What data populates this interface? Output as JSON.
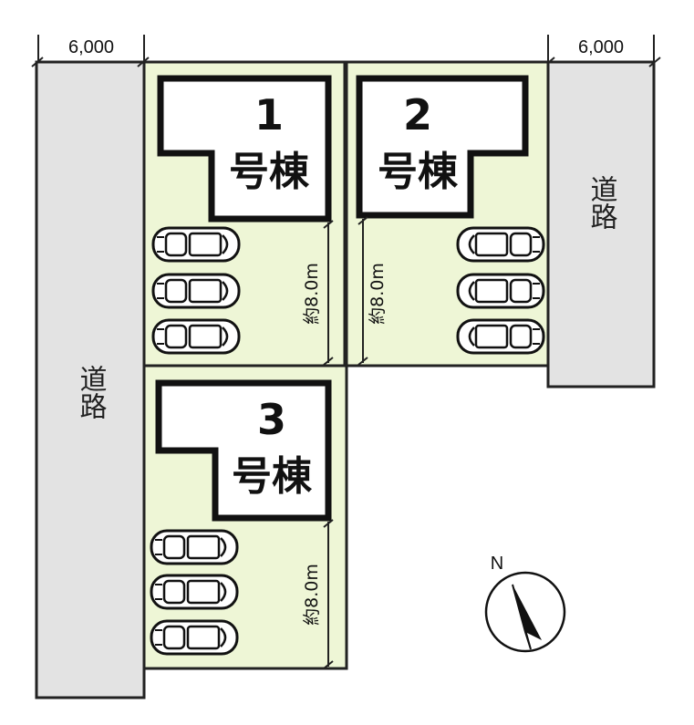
{
  "roads": {
    "west_width": "6,000",
    "east_width": "6,000",
    "west_label": "道路",
    "east_label": "道路"
  },
  "lots": [
    {
      "number": "1",
      "name": "号棟",
      "parking_depth": "約8.0m"
    },
    {
      "number": "2",
      "name": "号棟",
      "parking_depth": "約8.0m"
    },
    {
      "number": "3",
      "name": "号棟",
      "parking_depth": "約8.0m"
    }
  ],
  "compass": {
    "label": "N"
  },
  "colors": {
    "lot_fill": "#eef6d6",
    "road_fill": "#e3e3e3",
    "line": "#222222",
    "building_fill": "#ffffff"
  }
}
